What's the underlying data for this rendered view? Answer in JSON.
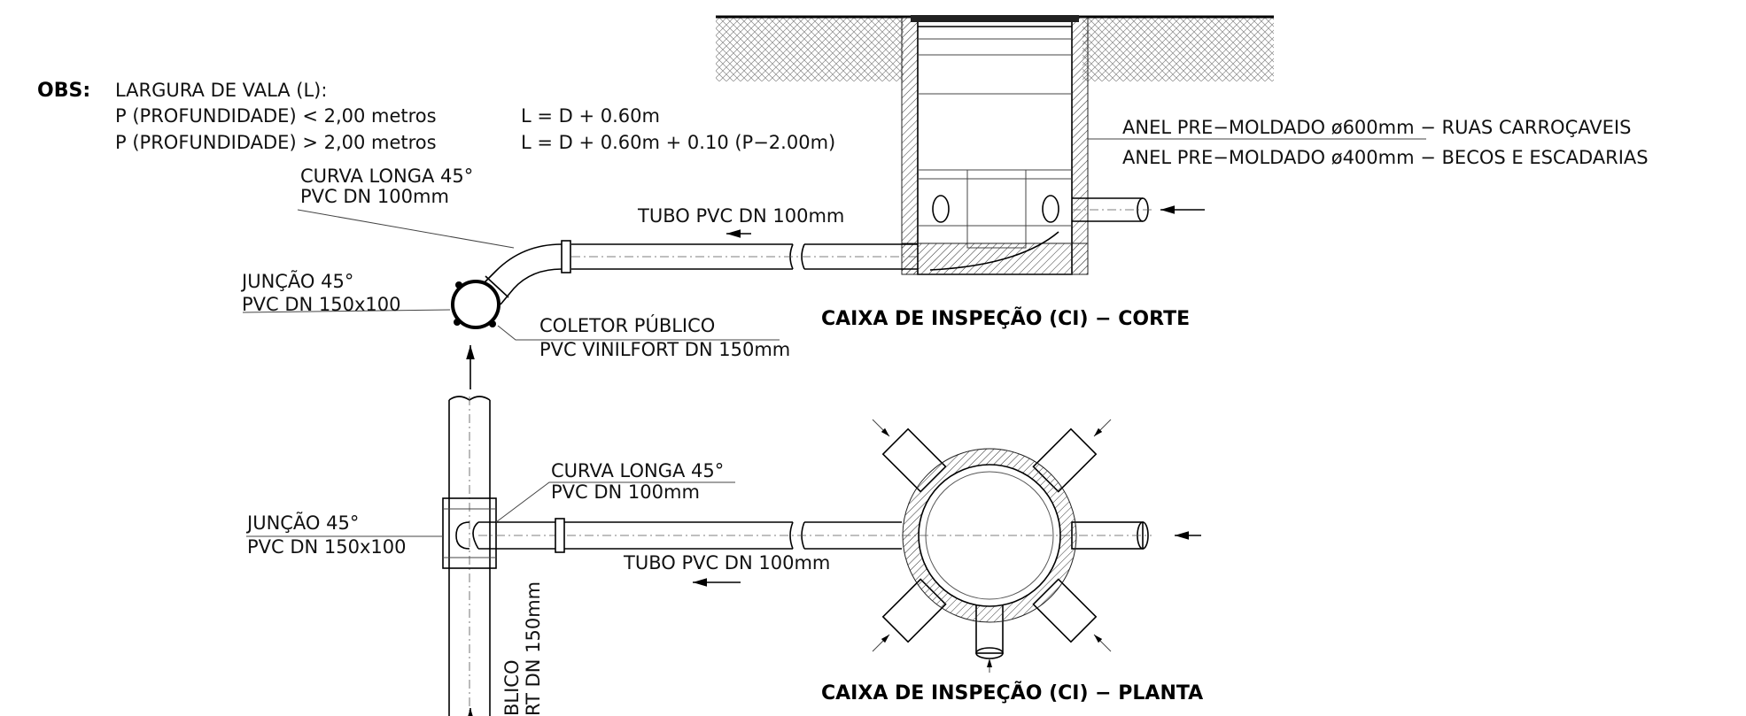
{
  "notes": {
    "obs_label": "OBS:",
    "line1": "LARGURA DE VALA (L):",
    "line2_left": "P (PROFUNDIDADE) < 2,00 metros",
    "line2_right": "L = D + 0.60m",
    "line3_left": "P (PROFUNDIDADE) > 2,00 metros",
    "line3_right": "L = D + 0.60m + 0.10 (P−2.00m)"
  },
  "section": {
    "curva_line1": "CURVA LONGA 45°",
    "curva_line2": "PVC DN 100mm",
    "juncao_line1": "JUNÇÃO 45°",
    "juncao_line2": "PVC DN 150x100",
    "coletor_line1": "COLETOR PÚBLICO",
    "coletor_line2": "PVC VINILFORT DN 150mm",
    "tubo": "TUBO PVC DN 100mm",
    "anel_600": "ANEL PRE−MOLDADO ø600mm  −  RUAS CARROÇAVEIS",
    "anel_400": "ANEL PRE−MOLDADO ø400mm  −  BECOS E ESCADARIAS",
    "title": "CAIXA DE INSPEÇÃO (CI) − CORTE"
  },
  "plan": {
    "curva_line1": "CURVA LONGA 45°",
    "curva_line2": "PVC DN 100mm",
    "juncao_line1": "JUNÇÃO 45°",
    "juncao_line2": "PVC DN 150x100",
    "tubo": "TUBO PVC DN 100mm",
    "vertical_line1": "BLICO",
    "vertical_line2": "RT DN 150mm",
    "title": "CAIXA DE INSPEÇÃO (CI) − PLANTA"
  }
}
